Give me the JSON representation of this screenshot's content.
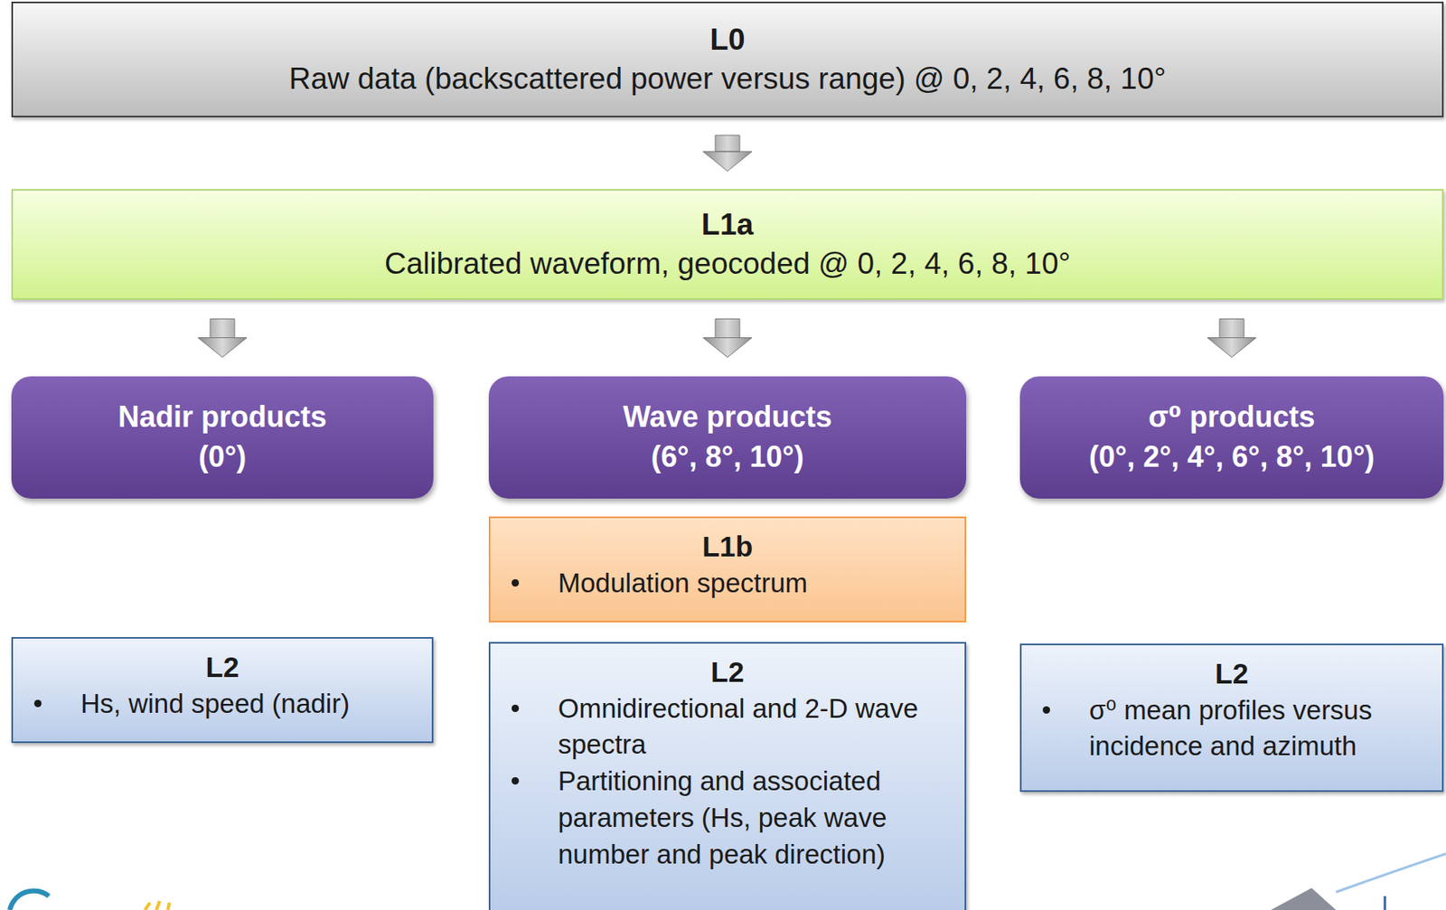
{
  "diagram": {
    "nodes": [
      {
        "text": [
          "L0",
          "Raw data (backscattered power versus range) @ 0, 2, 4, 6, 8, 10°"
        ]
      },
      {
        "text": [
          "L1a",
          "Calibrated waveform, geocoded @ 0, 2, 4, 6, 8, 10°"
        ]
      },
      {
        "text": [
          "Nadir products",
          "(0°)"
        ]
      },
      {
        "text": [
          "Wave products",
          "(6°, 8°, 10°)"
        ]
      },
      {
        "text": [
          "σ⁰ products",
          "(0°, 2°, 4°, 6°, 8°, 10°)"
        ]
      },
      {
        "text": [
          "L1b",
          "Modulation spectrum"
        ]
      },
      {
        "text": [
          "L2",
          "Hs, wind speed (nadir)"
        ]
      },
      {
        "text": [
          "L2",
          "Omnidirectional and 2-D wave spectra",
          "Partitioning and associated parameters (Hs, peak wave number and peak direction)"
        ]
      },
      {
        "text": [
          "L2",
          "σ⁰ mean profiles versus incidence and azimuth"
        ]
      }
    ],
    "edges": [
      {
        "from": 0,
        "to": 1,
        "arrow": "to"
      },
      {
        "from": 1,
        "to": 2,
        "arrow": "to"
      },
      {
        "from": 1,
        "to": 3,
        "arrow": "to"
      },
      {
        "from": 1,
        "to": 4,
        "arrow": "to"
      }
    ]
  }
}
